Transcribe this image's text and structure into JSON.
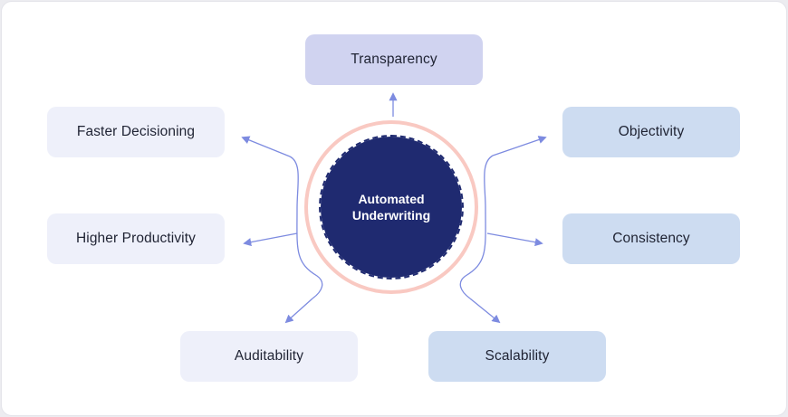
{
  "center": {
    "line1": "Automated",
    "line2": "Underwriting"
  },
  "nodes": {
    "transparency": "Transparency",
    "faster_decisioning": "Faster Decisioning",
    "higher_productivity": "Higher Productivity",
    "auditability": "Auditability",
    "objectivity": "Objectivity",
    "consistency": "Consistency",
    "scalability": "Scalability"
  },
  "colors": {
    "purple_box": "#d0d3f0",
    "light_box": "#eef0fa",
    "blue_box": "#cddcf1",
    "core": "#1f2a70",
    "ring": "#f9c9c2",
    "connector": "#7d8be0"
  }
}
